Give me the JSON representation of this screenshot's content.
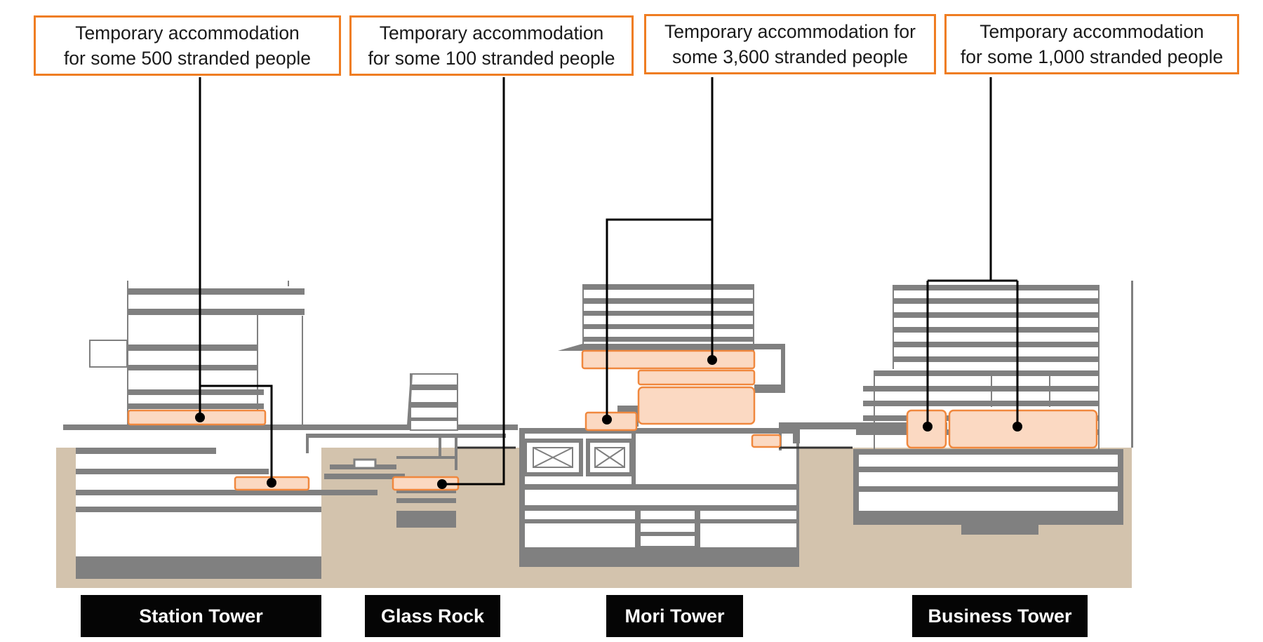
{
  "callouts": [
    {
      "line1": "Temporary accommodation",
      "line2": "for some 500 stranded people"
    },
    {
      "line1": "Temporary accommodation",
      "line2": "for some 100 stranded people"
    },
    {
      "line1": "Temporary accommodation for",
      "line2": "some 3,600 stranded people"
    },
    {
      "line1": "Temporary accommodation",
      "line2": "for some 1,000 stranded people"
    }
  ],
  "buildings": [
    {
      "name": "Station Tower"
    },
    {
      "name": "Glass Rock"
    },
    {
      "name": "Mori Tower"
    },
    {
      "name": "Business Tower"
    }
  ],
  "colors": {
    "callout_border": "#ef7d22",
    "highlight_fill": "#fbd9c2",
    "highlight_stroke": "#f0883e",
    "ground": "#d3c3ad",
    "structure": "#808080",
    "leader_line": "#000000",
    "label_bg": "#050505",
    "label_text": "#ffffff"
  }
}
